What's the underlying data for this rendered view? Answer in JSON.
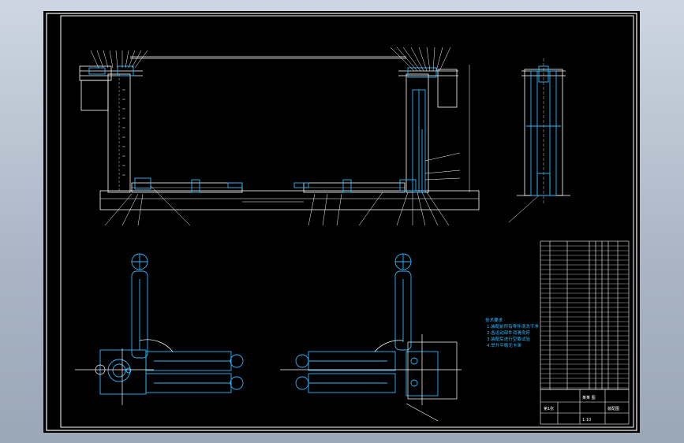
{
  "title_block": {
    "drawing_title": "某某 图",
    "drawing_number": "装配图",
    "scale": "1:10",
    "sheet": "第1张"
  },
  "technical_notes": [
    "技术要求",
    "1.装配前所有零件清洗干净",
    "2.各运动部件润滑良好",
    "3.装配后进行空载试验",
    "4.举升平稳无卡滞"
  ],
  "colors": {
    "background": "#000000",
    "border": "#ffffff",
    "part_outline": "#2fb8ff",
    "annotation": "#ffffff"
  }
}
